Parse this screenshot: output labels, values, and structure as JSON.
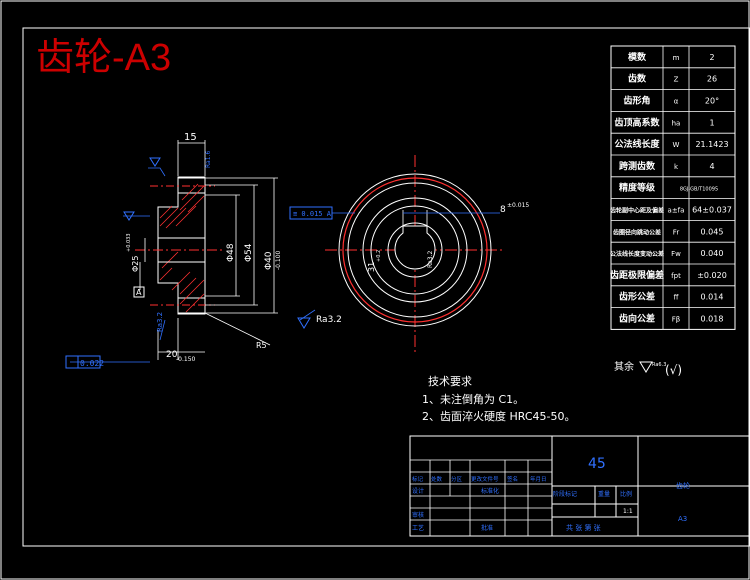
{
  "title": "齿轮-A3",
  "params": [
    {
      "label": "模数",
      "symbol": "m",
      "value": "2"
    },
    {
      "label": "齿数",
      "symbol": "Z",
      "value": "26"
    },
    {
      "label": "齿形角",
      "symbol": "α",
      "value": "20°"
    },
    {
      "label": "齿顶高系数",
      "symbol": "ha",
      "value": "1"
    },
    {
      "label": "公法线长度",
      "symbol": "W",
      "value": "21.1423"
    },
    {
      "label": "跨测齿数",
      "symbol": "k",
      "value": "4"
    },
    {
      "label": "精度等级",
      "symbol": "",
      "value": "8GJ-GB/T10095"
    },
    {
      "label": "齿轮副中心距及偏差",
      "symbol": "a±fa",
      "value": "64±0.037"
    },
    {
      "label": "齿圈径向跳动公差",
      "symbol": "Fr",
      "value": "0.045"
    },
    {
      "label": "公法线长度变动公差",
      "symbol": "Fw",
      "value": "0.040"
    },
    {
      "label": "齿距极限偏差",
      "symbol": "fpt",
      "value": "±0.020"
    },
    {
      "label": "齿形公差",
      "symbol": "ff",
      "value": "0.014"
    },
    {
      "label": "齿向公差",
      "symbol": "Fβ",
      "value": "0.018"
    }
  ],
  "tech": {
    "heading": "技术要求",
    "item1": "1、未注倒角为 C1。",
    "item2": "2、齿面淬火硬度 HRC45-50。"
  },
  "rest_roughness": {
    "label": "其余",
    "value": "Ra6.3"
  },
  "dims": {
    "width": "15",
    "d48": "Φ48",
    "d54": "Φ54",
    "d40": "Φ40",
    "d40_tol": "-0.100",
    "bore": "Φ25",
    "bore_tol": "+0.033",
    "shoulder": "20",
    "shoulder_tol": "-0.150",
    "r5": "R5",
    "ra32": "Ra3.2",
    "ra16": "Ra1.6",
    "ra32b": "Ra3.2",
    "runout": "0.022",
    "flat": "0.015",
    "key": "8",
    "key_tol": "±0.015",
    "keyh": "31",
    "keyh_tol": "+0.2",
    "datum": "A",
    "keyface": "Ra3.2",
    "keysym": "≡ 0.015 A"
  },
  "block": {
    "material": "45",
    "header": [
      "标记",
      "处数",
      "分区",
      "更改文件号",
      "签名",
      "年月日"
    ],
    "row_design": "设计",
    "row_std": "标准化",
    "row_review": "审核",
    "row_process": "工艺",
    "row_approve": "批准",
    "stage": "阶段标记",
    "weight": "重量",
    "scale": "比例",
    "scale_val": "1:1",
    "sheets": "共  张  第  张",
    "name": "齿轮",
    "code": "A3"
  }
}
